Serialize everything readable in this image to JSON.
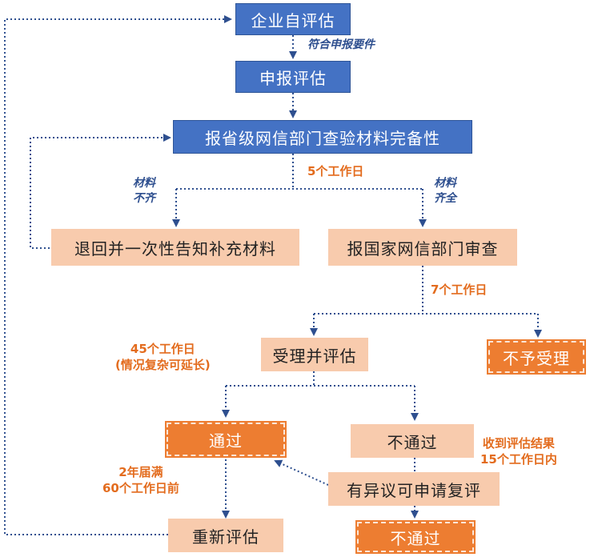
{
  "nodes": {
    "self_eval": "企业自评估",
    "declare_eval": "申报评估",
    "provincial_check": "报省级网信部门查验材料完备性",
    "return_supplement": "退回并一次性告知补充材料",
    "national_review": "报国家网信部门审查",
    "accept_eval": "受理并评估",
    "not_accepted": "不予受理",
    "passed": "通过",
    "not_passed": "不通过",
    "appeal": "有异议可申请复评",
    "not_passed_final": "不通过",
    "re_eval": "重新评估"
  },
  "labels": {
    "meets_requirements": "符合申报要件",
    "materials_incomplete_1": "材料",
    "materials_incomplete_2": "不齐",
    "materials_complete_1": "材料",
    "materials_complete_2": "齐全",
    "five_days": "5个工作日",
    "seven_days": "7个工作日",
    "fortyfive_days_1": "45个工作日",
    "fortyfive_days_2": "(情况复杂可延长)",
    "two_years_1": "2年届满",
    "two_years_2": "60个工作日前",
    "result_received_1": "收到评估结果",
    "result_received_2": "15个工作日内"
  },
  "colors": {
    "blue_box": "#4472c4",
    "peach_box": "#f8cbad",
    "orange_box": "#ed7d31",
    "arrow": "#2e4f8f",
    "orange_text": "#e36c1e"
  }
}
